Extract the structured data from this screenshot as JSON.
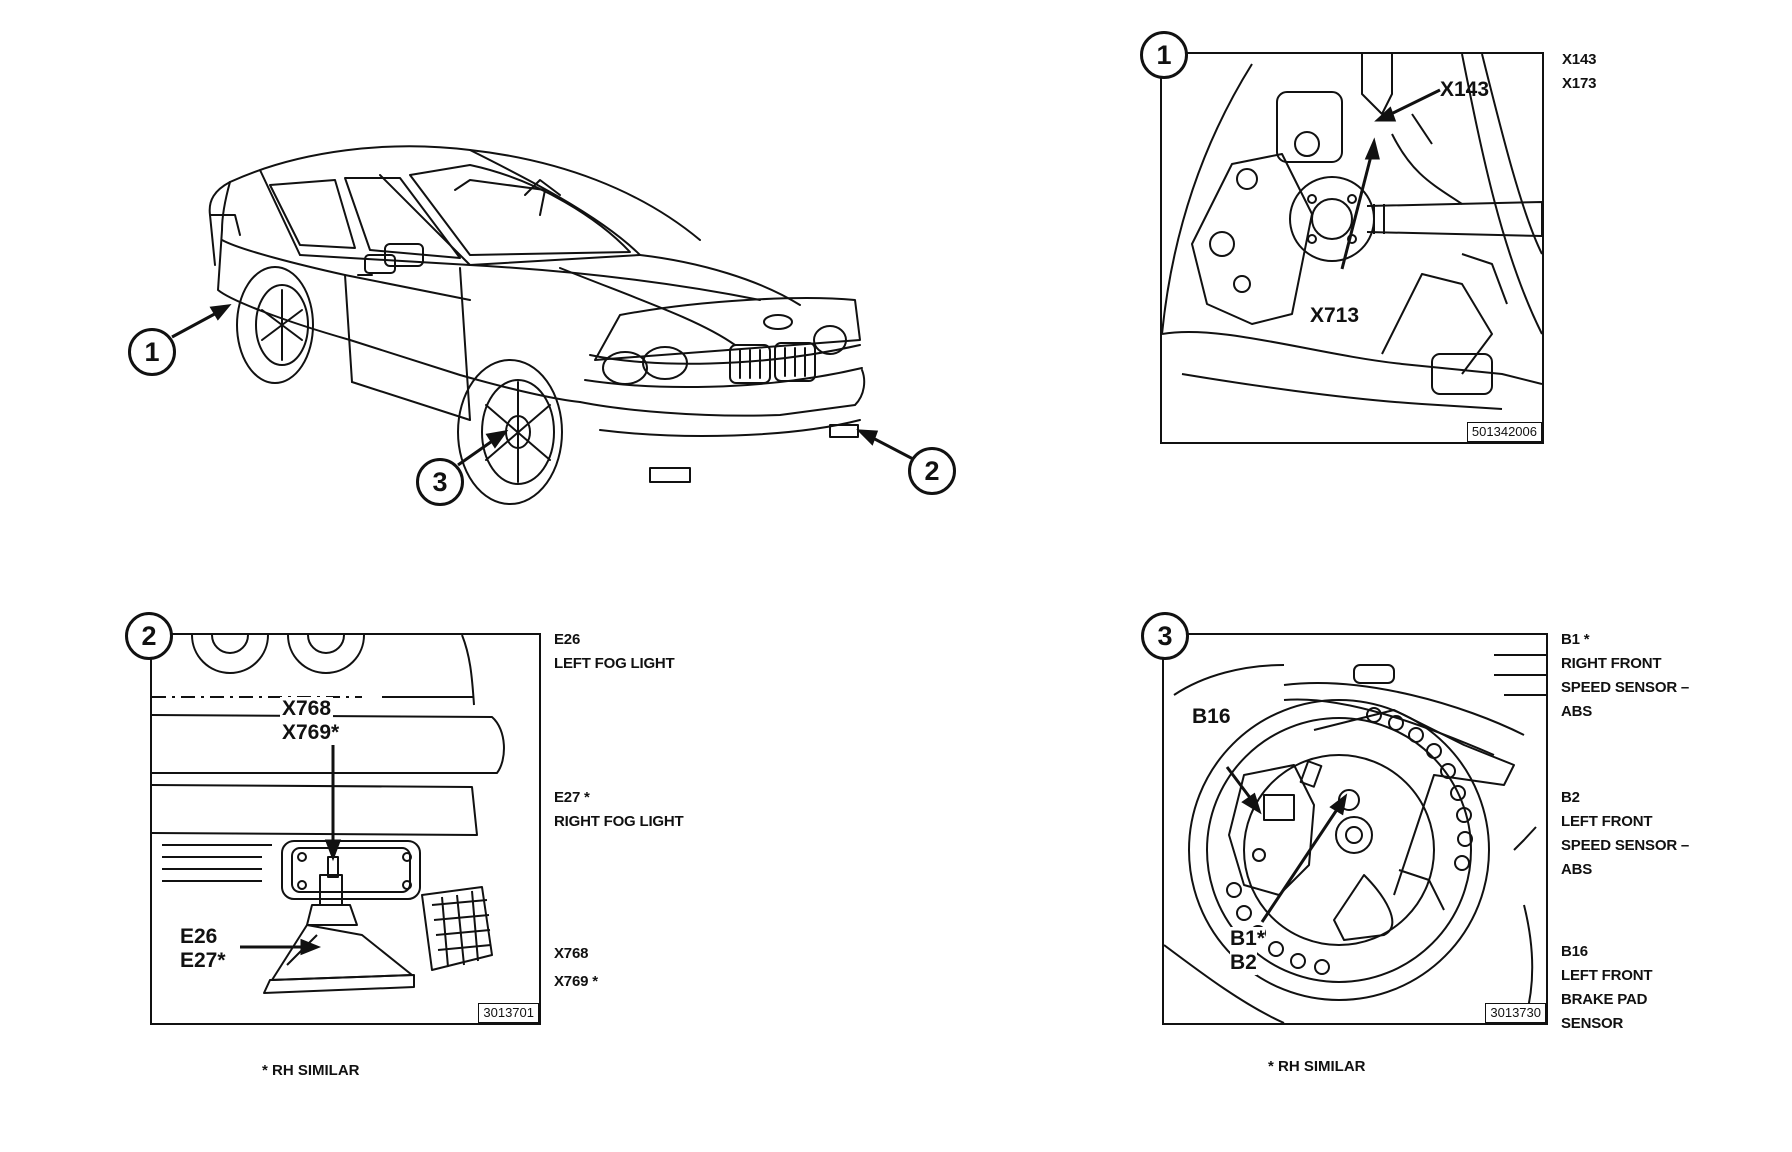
{
  "overview": {
    "callouts": [
      "1",
      "2",
      "3"
    ]
  },
  "panel1": {
    "number": "1",
    "figure_id": "501342006",
    "connectors": [
      {
        "code": "X143",
        "underlined": true
      },
      {
        "code": "X173",
        "underlined": true
      }
    ],
    "labels": [
      "X143",
      "X713"
    ]
  },
  "panel2": {
    "number": "2",
    "figure_id": "3013701",
    "components": [
      {
        "code": "E26",
        "description": "LEFT FOG LIGHT"
      },
      {
        "code": "E27 *",
        "description": "RIGHT FOG LIGHT"
      }
    ],
    "connectors": [
      {
        "code": "X768",
        "suffix": ""
      },
      {
        "code": "X769",
        "suffix": "*"
      }
    ],
    "labels": {
      "conn_1": "X768",
      "conn_2": "X769*",
      "comp_1": "E26",
      "comp_2": "E27*"
    },
    "footnote": "* RH SIMILAR"
  },
  "panel3": {
    "number": "3",
    "figure_id": "3013730",
    "components": [
      {
        "code": "B1 *",
        "description": [
          "RIGHT FRONT",
          "SPEED SENSOR –",
          "ABS"
        ]
      },
      {
        "code": "B2",
        "description": [
          "LEFT FRONT",
          "SPEED SENSOR –",
          "ABS"
        ]
      },
      {
        "code": "B16",
        "description": [
          "LEFT FRONT",
          "BRAKE PAD",
          "SENSOR"
        ]
      }
    ],
    "labels": {
      "b16": "B16",
      "b1": "B1*",
      "b2": "B2"
    },
    "footnote": "* RH SIMILAR"
  }
}
